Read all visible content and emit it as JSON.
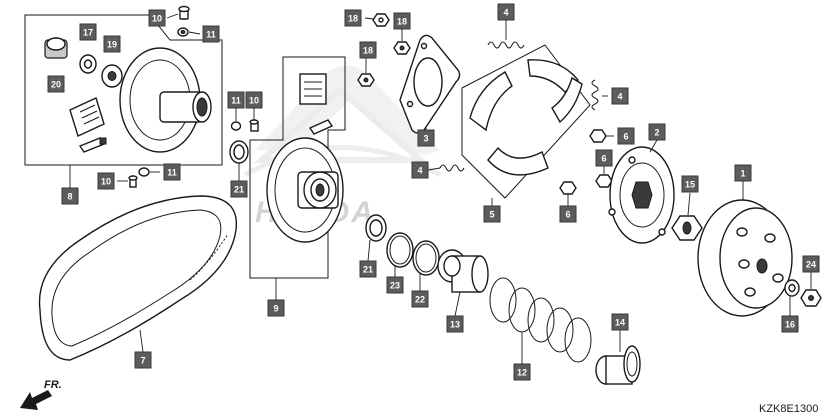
{
  "diagram": {
    "watermark": "HONDA",
    "front_label": "FR.",
    "diagram_code": "KZK8E1300",
    "callouts": [
      {
        "label": "10"
      },
      {
        "label": "11"
      },
      {
        "label": "17"
      },
      {
        "label": "19"
      },
      {
        "label": "20"
      },
      {
        "label": "8"
      },
      {
        "label": "10"
      },
      {
        "label": "11"
      },
      {
        "label": "11"
      },
      {
        "label": "10"
      },
      {
        "label": "21"
      },
      {
        "label": "18"
      },
      {
        "label": "18"
      },
      {
        "label": "18"
      },
      {
        "label": "3"
      },
      {
        "label": "4"
      },
      {
        "label": "4"
      },
      {
        "label": "4"
      },
      {
        "label": "5"
      },
      {
        "label": "6"
      },
      {
        "label": "6"
      },
      {
        "label": "6"
      },
      {
        "label": "2"
      },
      {
        "label": "15"
      },
      {
        "label": "1"
      },
      {
        "label": "24"
      },
      {
        "label": "16"
      },
      {
        "label": "9"
      },
      {
        "label": "21"
      },
      {
        "label": "23"
      },
      {
        "label": "22"
      },
      {
        "label": "13"
      },
      {
        "label": "12"
      },
      {
        "label": "14"
      },
      {
        "label": "7"
      }
    ]
  }
}
